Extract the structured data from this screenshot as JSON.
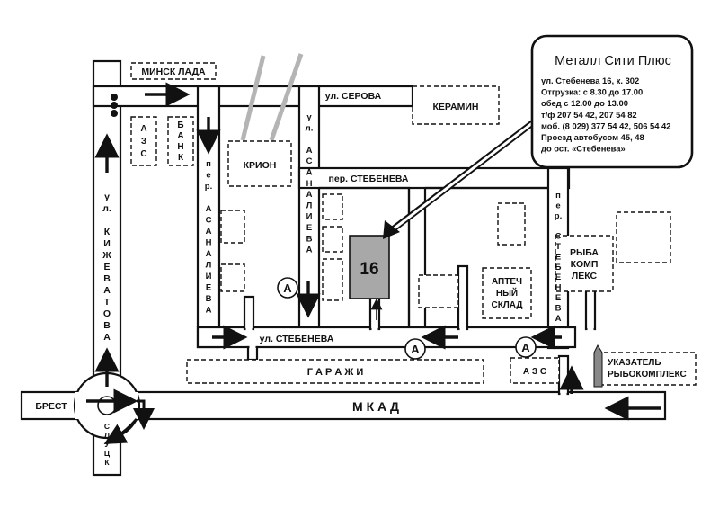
{
  "info_box": {
    "title": "Металл Сити Плюс",
    "lines": [
      "ул. Стебенева 16, к. 302",
      "Отгрузка: с 8.30 до 17.00",
      "обед с 12.00 до 13.00",
      "т/ф 207 54 42, 207 54 82",
      "моб. (8 029) 377 54 42, 506 54 42",
      "Проезд автобусом 45, 48",
      "до ост. «Стебенева»"
    ]
  },
  "streets": {
    "serova": "ул. СЕРОВА",
    "stebeneva_lane": "пер. СТЕБЕНЕВА",
    "stebeneva_street": "ул. СТЕБЕНЕВА",
    "mkad": "М К А Д",
    "kizhevatova_v": [
      "у",
      "л.",
      "",
      "К",
      "И",
      "Ж",
      "Е",
      "В",
      "А",
      "Т",
      "О",
      "В",
      "А"
    ],
    "asanalieva_lane_v": [
      "п",
      "е",
      "р.",
      "",
      "А",
      "С",
      "А",
      "Н",
      "А",
      "Л",
      "И",
      "Е",
      "В",
      "А"
    ],
    "asanalieva_street_v": [
      "у",
      "л.",
      "",
      "А",
      "С",
      "А",
      "Н",
      "А",
      "Л",
      "И",
      "Е",
      "В",
      "А"
    ],
    "stebeneva_lane_v": [
      "п",
      "е",
      "р.",
      "",
      "С",
      "Т",
      "Е",
      "Б",
      "Е",
      "Н",
      "Е",
      "В",
      "А"
    ]
  },
  "places": {
    "minsk_lada": "МИНСК ЛАДА",
    "keramin": "КЕРАМИН",
    "azs_v": [
      "А",
      "З",
      "С"
    ],
    "bank_v": [
      "Б",
      "А",
      "Н",
      "К"
    ],
    "krion": "КРИОН",
    "target_number": "16",
    "pharmacy": [
      "АПТЕЧ",
      "НЫЙ",
      "СКЛАД"
    ],
    "fish_complex": [
      "РЫБА",
      "КОМП",
      "ЛЕКС"
    ],
    "garages": "Г А Р А Ж И",
    "azs_bottom": "А З С",
    "pointer_sign": [
      "УКАЗАТЕЛЬ",
      "РЫБОКОМПЛЕКС"
    ],
    "brest": "БРЕСТ",
    "slutsk_v": [
      "С",
      "Л",
      "У",
      "Ц",
      "К"
    ]
  },
  "bus_stop_symbol": "А",
  "colors": {
    "road_outline": "#111111",
    "target_fill": "#a8a8a8",
    "railway": "#b4b4b4"
  }
}
